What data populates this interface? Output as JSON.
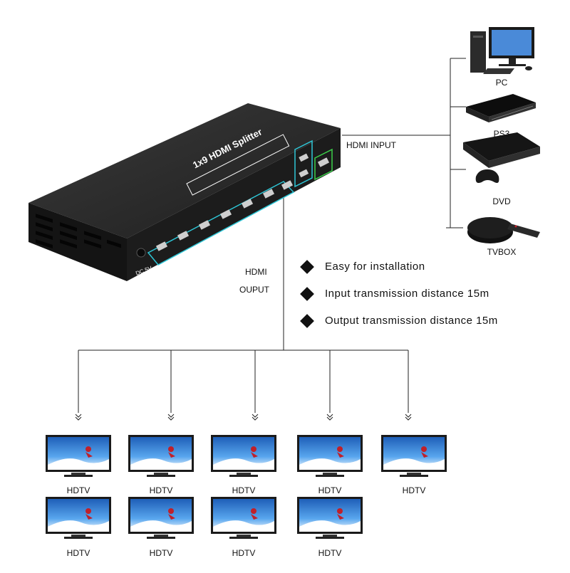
{
  "device": {
    "label": "1x9 HDMI Splitter",
    "dc_label": "DC 5V"
  },
  "connections": {
    "input_label": "HDMI INPUT",
    "output_label_line1": "HDMI",
    "output_label_line2": "OUPUT"
  },
  "sources": [
    {
      "name": "PC",
      "icon": "pc-icon"
    },
    {
      "name": "PS3",
      "icon": "ps3-icon"
    },
    {
      "name": "DVD",
      "icon": "dvd-icon"
    },
    {
      "name": "TVBOX",
      "icon": "tvbox-icon"
    }
  ],
  "features": [
    "Easy for installation",
    "Input transmission distance 15m",
    "Output transmission distance 15m"
  ],
  "displays": [
    "HDTV",
    "HDTV",
    "HDTV",
    "HDTV",
    "HDTV",
    "HDTV",
    "HDTV",
    "HDTV",
    "HDTV"
  ],
  "colors": {
    "line": "#222222",
    "device_body": "#1c1c1c",
    "device_top": "#2a2a2a",
    "port_highlight": "#2ec6d6",
    "input_highlight": "#3cd04a",
    "screen_sky": "#3f8fe0"
  }
}
